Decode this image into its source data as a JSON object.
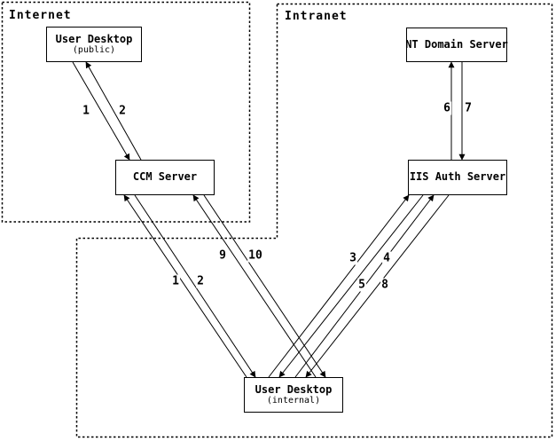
{
  "diagram": {
    "background_color": "#ffffff",
    "line_color": "#000000"
  },
  "zones": {
    "internet": {
      "label": "Internet"
    },
    "intranet": {
      "label": "Intranet"
    }
  },
  "nodes": {
    "user_desktop_public": {
      "title": "User Desktop",
      "subtitle": "(public)"
    },
    "ccm_server": {
      "title": "CCM Server"
    },
    "nt_domain_server": {
      "title": "NT Domain Server"
    },
    "iis_auth_server": {
      "title": "IIS Auth Server"
    },
    "user_desktop_internal": {
      "title": "User Desktop",
      "subtitle": "(internal)"
    }
  },
  "edges": [
    {
      "label": "1",
      "from": "User Desktop (public)",
      "to": "CCM Server"
    },
    {
      "label": "2",
      "from": "CCM Server",
      "to": "User Desktop (public)"
    },
    {
      "label": "1",
      "from": "User Desktop (internal)",
      "to": "CCM Server"
    },
    {
      "label": "2",
      "from": "CCM Server",
      "to": "User Desktop (internal)"
    },
    {
      "label": "9",
      "from": "User Desktop (internal)",
      "to": "CCM Server"
    },
    {
      "label": "10",
      "from": "CCM Server",
      "to": "User Desktop (internal)"
    },
    {
      "label": "3",
      "from": "User Desktop (internal)",
      "to": "IIS Auth Server"
    },
    {
      "label": "4",
      "from": "IIS Auth Server",
      "to": "User Desktop (internal)"
    },
    {
      "label": "5",
      "from": "User Desktop (internal)",
      "to": "IIS Auth Server"
    },
    {
      "label": "8",
      "from": "IIS Auth Server",
      "to": "User Desktop (internal)"
    },
    {
      "label": "6",
      "from": "IIS Auth Server",
      "to": "NT Domain Server"
    },
    {
      "label": "7",
      "from": "NT Domain Server",
      "to": "IIS Auth Server"
    }
  ]
}
